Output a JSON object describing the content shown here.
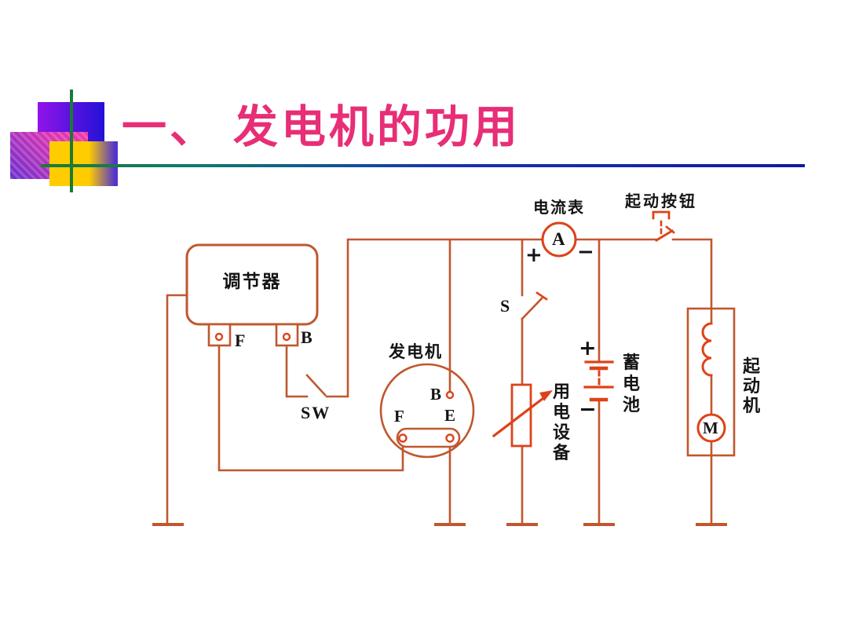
{
  "slide": {
    "title": "一、 发电机的功用"
  },
  "colors": {
    "title": "#e72e76",
    "wire": "#c0572e",
    "accent": "#dc4319",
    "ink": "#141414",
    "green": "#1b7b33",
    "teal": "#0f7a6e",
    "blue": "#1a2fb5",
    "blue2": "#0d1c9e"
  },
  "diagram": {
    "regulator": {
      "label": "调节器",
      "terminal_f": "F",
      "terminal_b": "B"
    },
    "field_switch": {
      "label": "SW"
    },
    "generator": {
      "label": "发电机",
      "terminal_b": "B",
      "terminal_f": "F",
      "terminal_e": "E"
    },
    "ammeter": {
      "label": "电流表",
      "symbol": "A",
      "plus": "+",
      "minus": "−"
    },
    "load_switch": {
      "label": "S"
    },
    "load": {
      "label": "用电设备"
    },
    "battery": {
      "label": "蓄电池",
      "plus": "+",
      "minus": "−"
    },
    "start_button": {
      "label": "起动按钮"
    },
    "starter": {
      "label": "起动机",
      "symbol": "M"
    }
  }
}
